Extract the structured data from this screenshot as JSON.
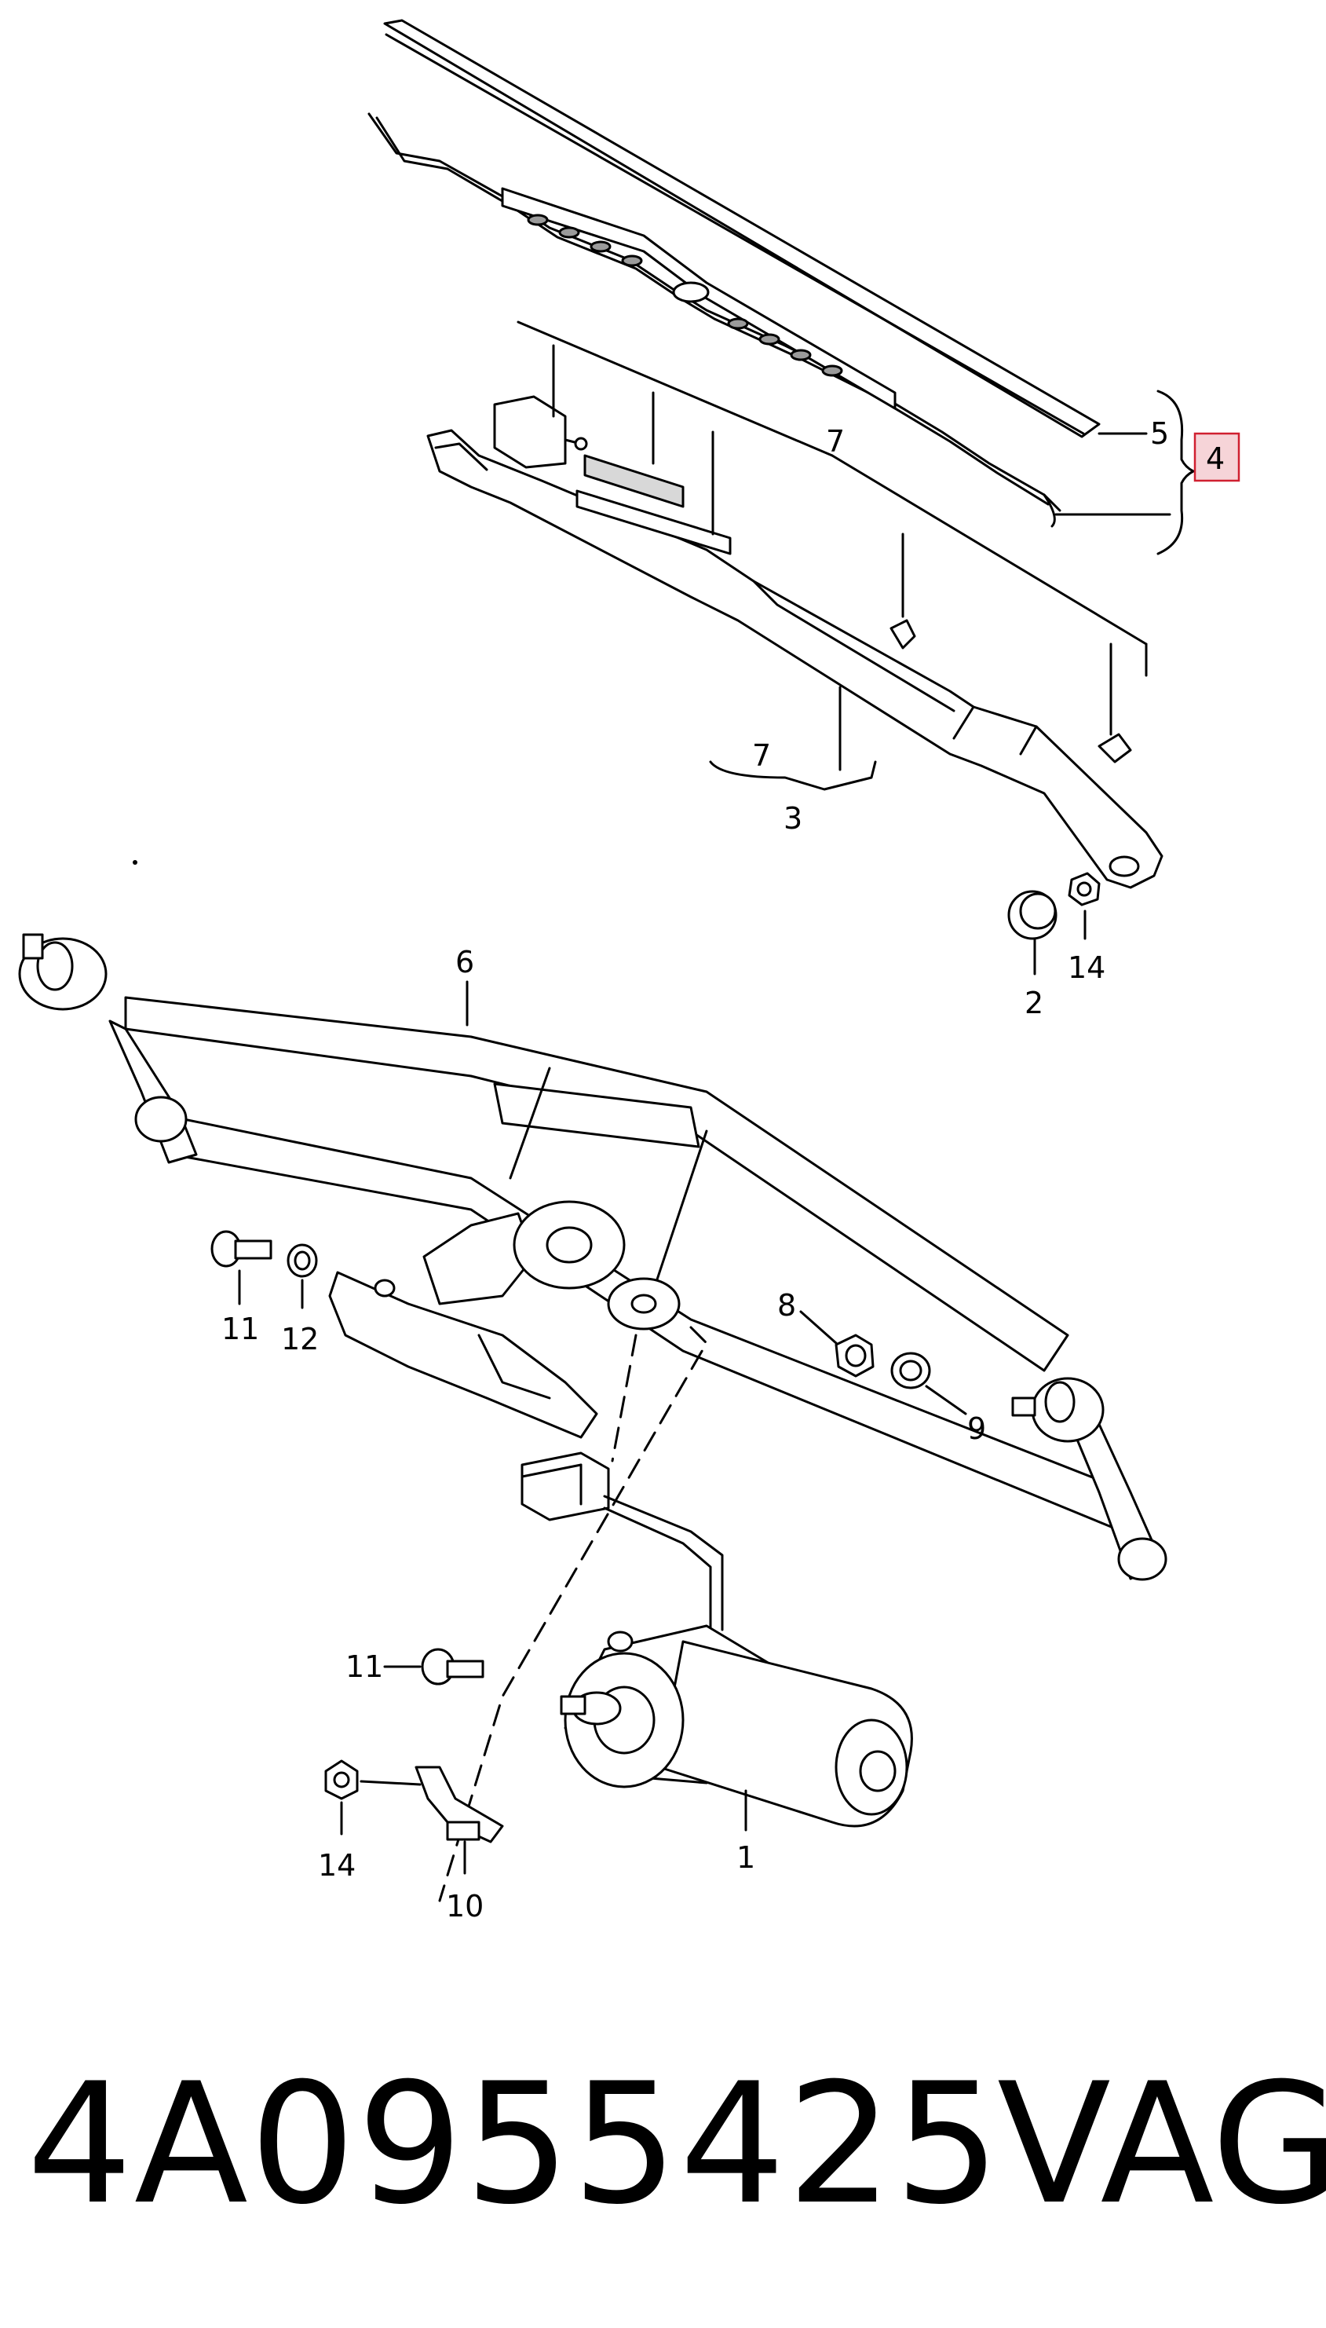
{
  "callouts": {
    "c1": "1",
    "c2": "2",
    "c3": "3",
    "c4": "4",
    "c5": "5",
    "c6": "6",
    "c7a": "7",
    "c7b": "7",
    "c8": "8",
    "c9": "9",
    "c10": "10",
    "c11a": "11",
    "c11b": "11",
    "c12": "12",
    "c14a": "14",
    "c14b": "14"
  },
  "highlighted_callout": "4",
  "colors": {
    "highlight_fill": "#f6d4d8",
    "highlight_stroke": "#d02030",
    "line": "#000000"
  },
  "footer": {
    "part_number": "4A0955425",
    "brand": "VAG"
  }
}
